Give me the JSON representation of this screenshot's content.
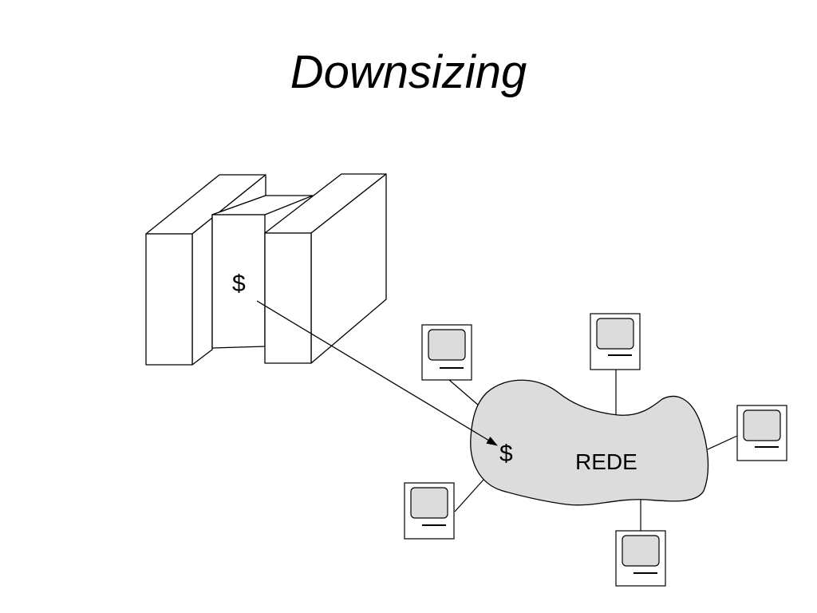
{
  "slide": {
    "title": "Downsizing"
  },
  "diagram": {
    "mainframe": {
      "symbol": "$"
    },
    "network": {
      "label": "REDE",
      "symbol": "$",
      "fill_color": "#dcdcdc"
    },
    "computer": {
      "screen_color": "#dcdcdc"
    },
    "computers": [
      {
        "id": "top-left"
      },
      {
        "id": "top"
      },
      {
        "id": "right"
      },
      {
        "id": "bottom-left"
      },
      {
        "id": "bottom"
      }
    ]
  }
}
